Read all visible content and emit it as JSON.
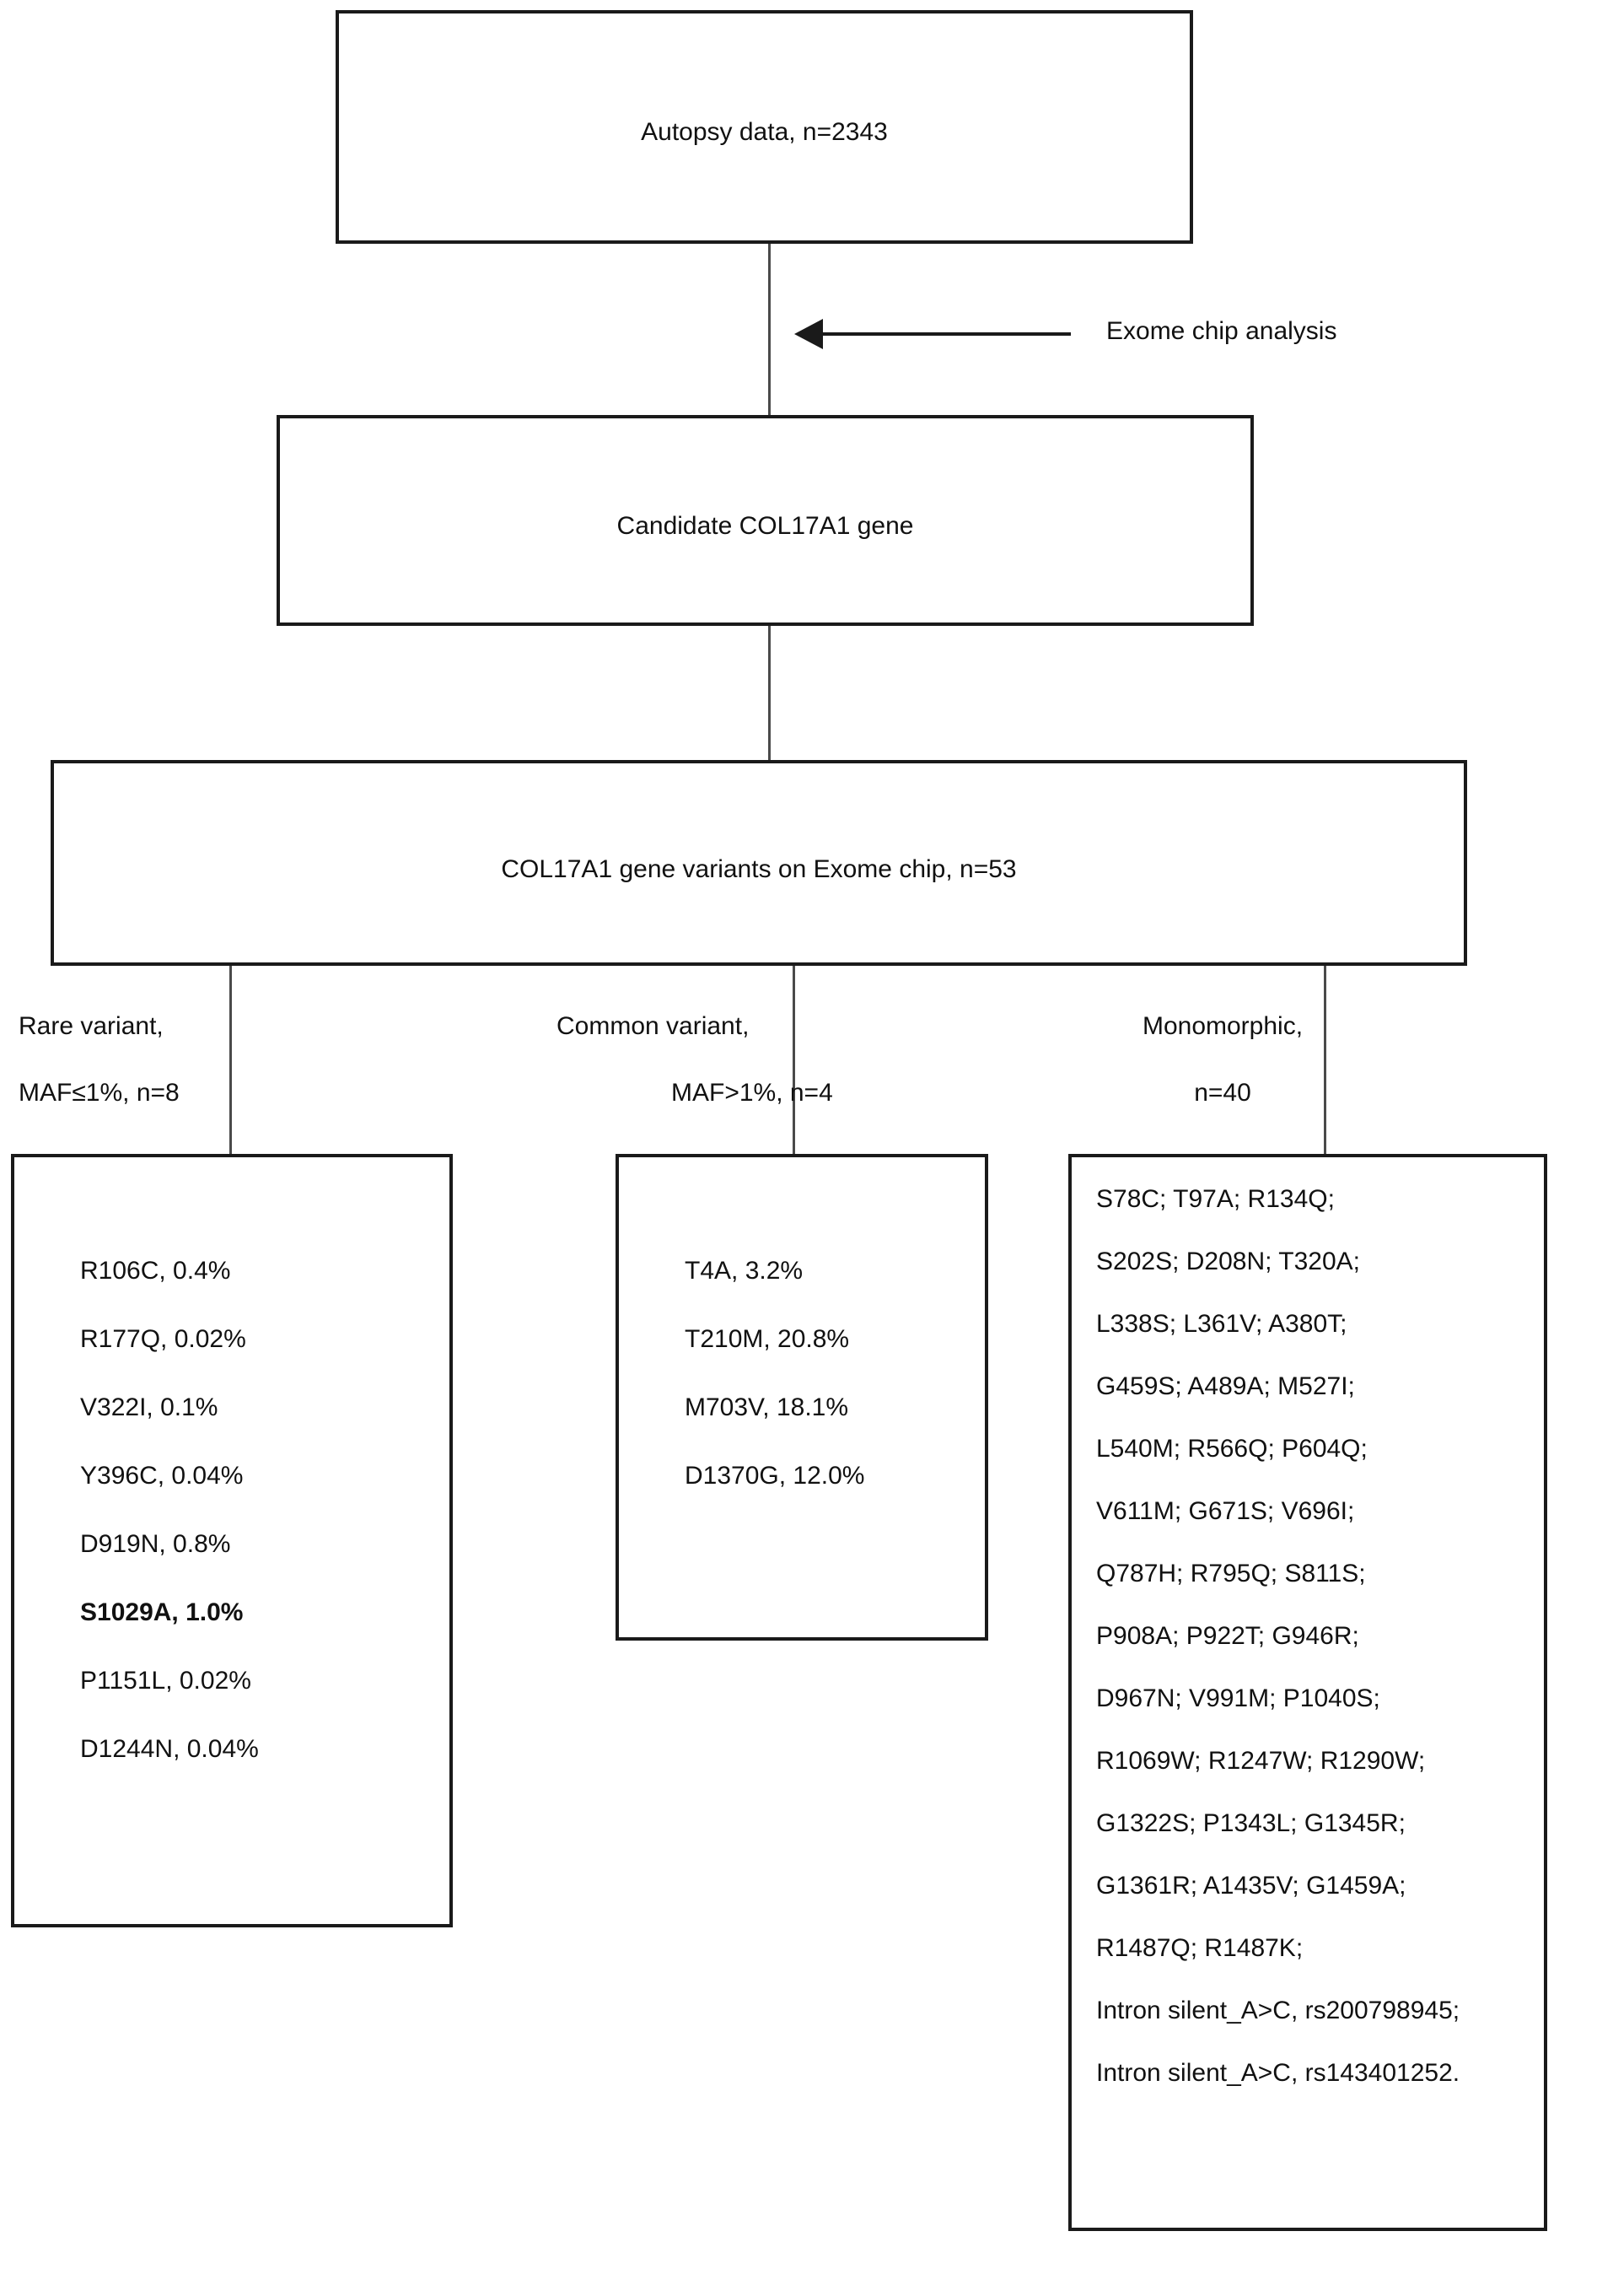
{
  "figure": {
    "title": "COL17A1 gene variant selection flowchart"
  },
  "nodes": {
    "autopsy": "Autopsy data, n=2343",
    "candidate": "Candidate COL17A1 gene",
    "variants": "COL17A1 gene variants on Exome chip, n=53"
  },
  "annotation": {
    "arrow_label": "Exome chip analysis",
    "arrow_direction": "left"
  },
  "branches": {
    "rare": {
      "line1": "Rare variant,",
      "line2": "MAF≤1%, n=8"
    },
    "common": {
      "line1": "Common variant,",
      "line2": "MAF>1%, n=4"
    },
    "monomorphic": {
      "line1": "Monomorphic,",
      "line2": "n=40"
    }
  },
  "lists": {
    "rare_variants": [
      {
        "text": "R106C, 0.4%",
        "bold": false
      },
      {
        "text": "R177Q, 0.02%",
        "bold": false
      },
      {
        "text": "V322I, 0.1%",
        "bold": false
      },
      {
        "text": "Y396C, 0.04%",
        "bold": false
      },
      {
        "text": "D919N, 0.8%",
        "bold": false
      },
      {
        "text": "S1029A, 1.0%",
        "bold": true
      },
      {
        "text": "P1151L, 0.02%",
        "bold": false
      },
      {
        "text": "D1244N, 0.04%",
        "bold": false
      }
    ],
    "common_variants": [
      {
        "text": "T4A, 3.2%",
        "bold": false
      },
      {
        "text": "T210M, 20.8%",
        "bold": false
      },
      {
        "text": "M703V, 18.1%",
        "bold": false
      },
      {
        "text": "D1370G, 12.0%",
        "bold": false
      }
    ],
    "monomorphic_variants": [
      {
        "text": "S78C; T97A; R134Q;",
        "bold": false
      },
      {
        "text": "S202S; D208N; T320A;",
        "bold": false
      },
      {
        "text": "L338S; L361V; A380T;",
        "bold": false
      },
      {
        "text": "G459S; A489A; M527I;",
        "bold": false
      },
      {
        "text": "L540M; R566Q; P604Q;",
        "bold": false
      },
      {
        "text": "V611M; G671S; V696I;",
        "bold": false
      },
      {
        "text": "Q787H; R795Q; S811S;",
        "bold": false
      },
      {
        "text": "P908A; P922T; G946R;",
        "bold": false
      },
      {
        "text": "D967N; V991M; P1040S;",
        "bold": false
      },
      {
        "text": "R1069W; R1247W; R1290W;",
        "bold": false
      },
      {
        "text": "G1322S; P1343L; G1345R;",
        "bold": false
      },
      {
        "text": "G1361R; A1435V; G1459A;",
        "bold": false
      },
      {
        "text": "R1487Q; R1487K;",
        "bold": false
      },
      {
        "text": "Intron silent_A>C, rs200798945;",
        "bold": false
      },
      {
        "text": "Intron silent_A>C, rs143401252.",
        "bold": false
      }
    ]
  },
  "colors": {
    "stroke": "#1a1a1a",
    "connector": "#4a4a4a",
    "text": "#111111",
    "background": "#ffffff"
  }
}
